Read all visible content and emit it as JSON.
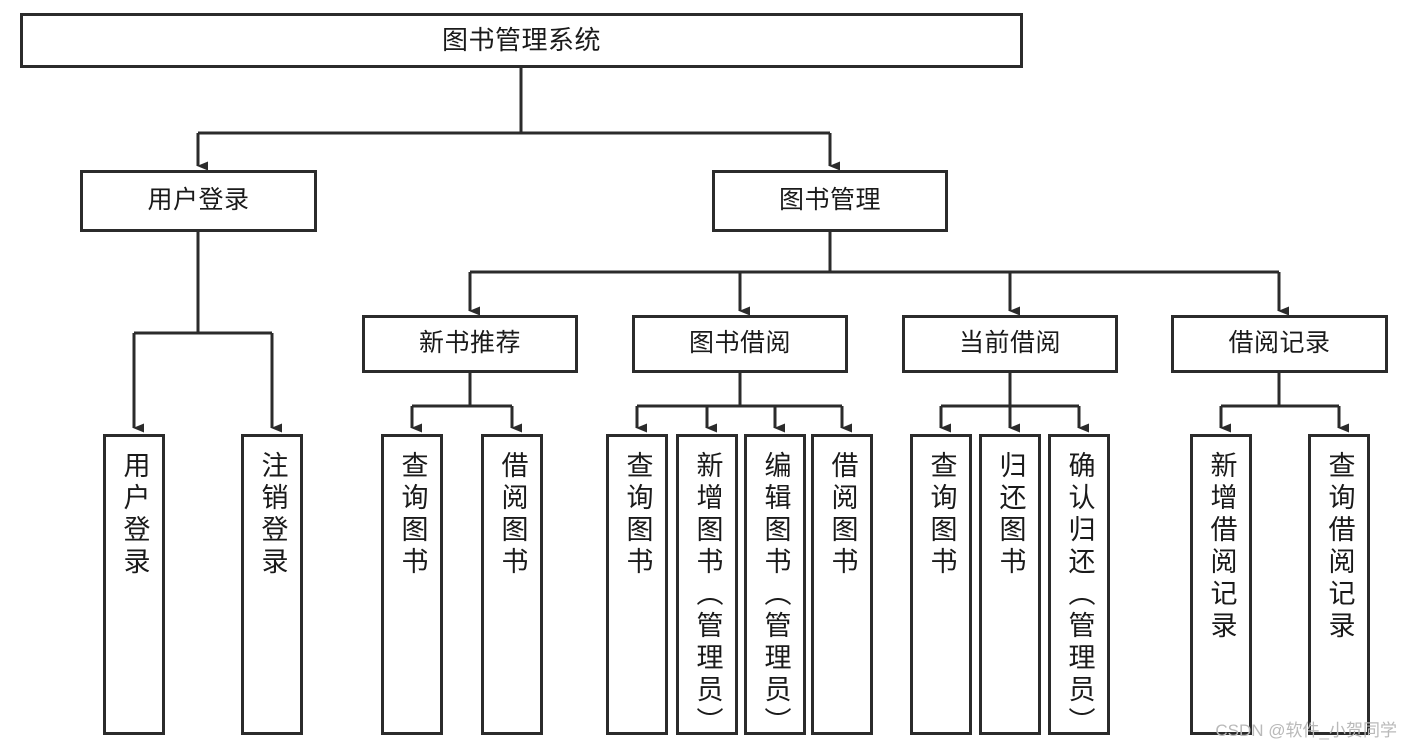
{
  "diagram": {
    "type": "hierarchy-tree",
    "title": "图书管理系统",
    "orientation": "top-down",
    "colors": {
      "box_border": "#2b2b2b",
      "box_fill": "#ffffff",
      "connector": "#2b2b2b",
      "text": "#1a1a1a",
      "watermark": "#b9b9b9",
      "background": "#ffffff"
    },
    "levels": {
      "root": {
        "label": "图书管理系统"
      },
      "level2": [
        {
          "id": "user-login",
          "label": "用户登录"
        },
        {
          "id": "book-management",
          "label": "图书管理"
        }
      ],
      "level3": [
        {
          "id": "new-book-recommend",
          "label": "新书推荐",
          "parent": "book-management"
        },
        {
          "id": "book-borrow",
          "label": "图书借阅",
          "parent": "book-management"
        },
        {
          "id": "current-borrow",
          "label": "当前借阅",
          "parent": "book-management"
        },
        {
          "id": "borrow-record",
          "label": "借阅记录",
          "parent": "book-management"
        }
      ],
      "leaves": [
        {
          "id": "leaf-1",
          "label": "用户登录",
          "parent": "user-login"
        },
        {
          "id": "leaf-2",
          "label": "注销登录",
          "parent": "user-login"
        },
        {
          "id": "leaf-3",
          "label": "查询图书",
          "parent": "new-book-recommend"
        },
        {
          "id": "leaf-4",
          "label": "借阅图书",
          "parent": "new-book-recommend"
        },
        {
          "id": "leaf-5",
          "label": "查询图书",
          "parent": "book-borrow"
        },
        {
          "id": "leaf-6",
          "label": "新增图书（管理员）",
          "parent": "book-borrow"
        },
        {
          "id": "leaf-7",
          "label": "编辑图书（管理员）",
          "parent": "book-borrow"
        },
        {
          "id": "leaf-8",
          "label": "借阅图书",
          "parent": "book-borrow"
        },
        {
          "id": "leaf-9",
          "label": "查询图书",
          "parent": "current-borrow"
        },
        {
          "id": "leaf-10",
          "label": "归还图书",
          "parent": "current-borrow"
        },
        {
          "id": "leaf-11",
          "label": "确认归还（管理员）",
          "parent": "current-borrow"
        },
        {
          "id": "leaf-12",
          "label": "新增借阅记录",
          "parent": "borrow-record"
        },
        {
          "id": "leaf-13",
          "label": "查询借阅记录",
          "parent": "borrow-record"
        }
      ]
    }
  },
  "watermark": {
    "text": "CSDN @软件_小贺同学"
  }
}
